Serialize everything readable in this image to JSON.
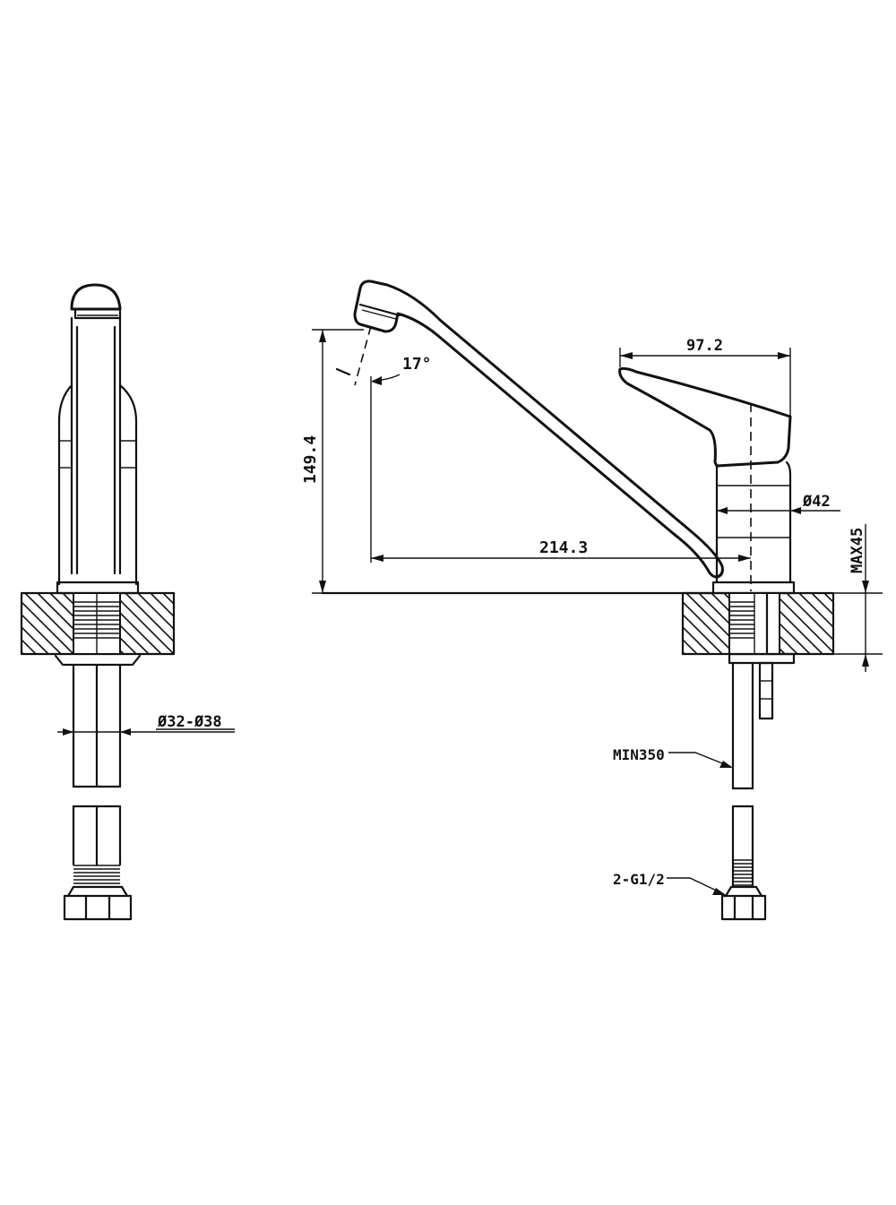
{
  "dimensions": {
    "spout_angle": "17°",
    "height": "149.4",
    "reach": "214.3",
    "handle_length": "97.2",
    "body_diameter": "Ø42",
    "deck_thickness": "MAX45",
    "hole_diameter": "Ø32-Ø38",
    "hose_length": "MIN350",
    "connection": "2-G1/2"
  },
  "colors": {
    "line": "#111111",
    "background": "#ffffff"
  }
}
